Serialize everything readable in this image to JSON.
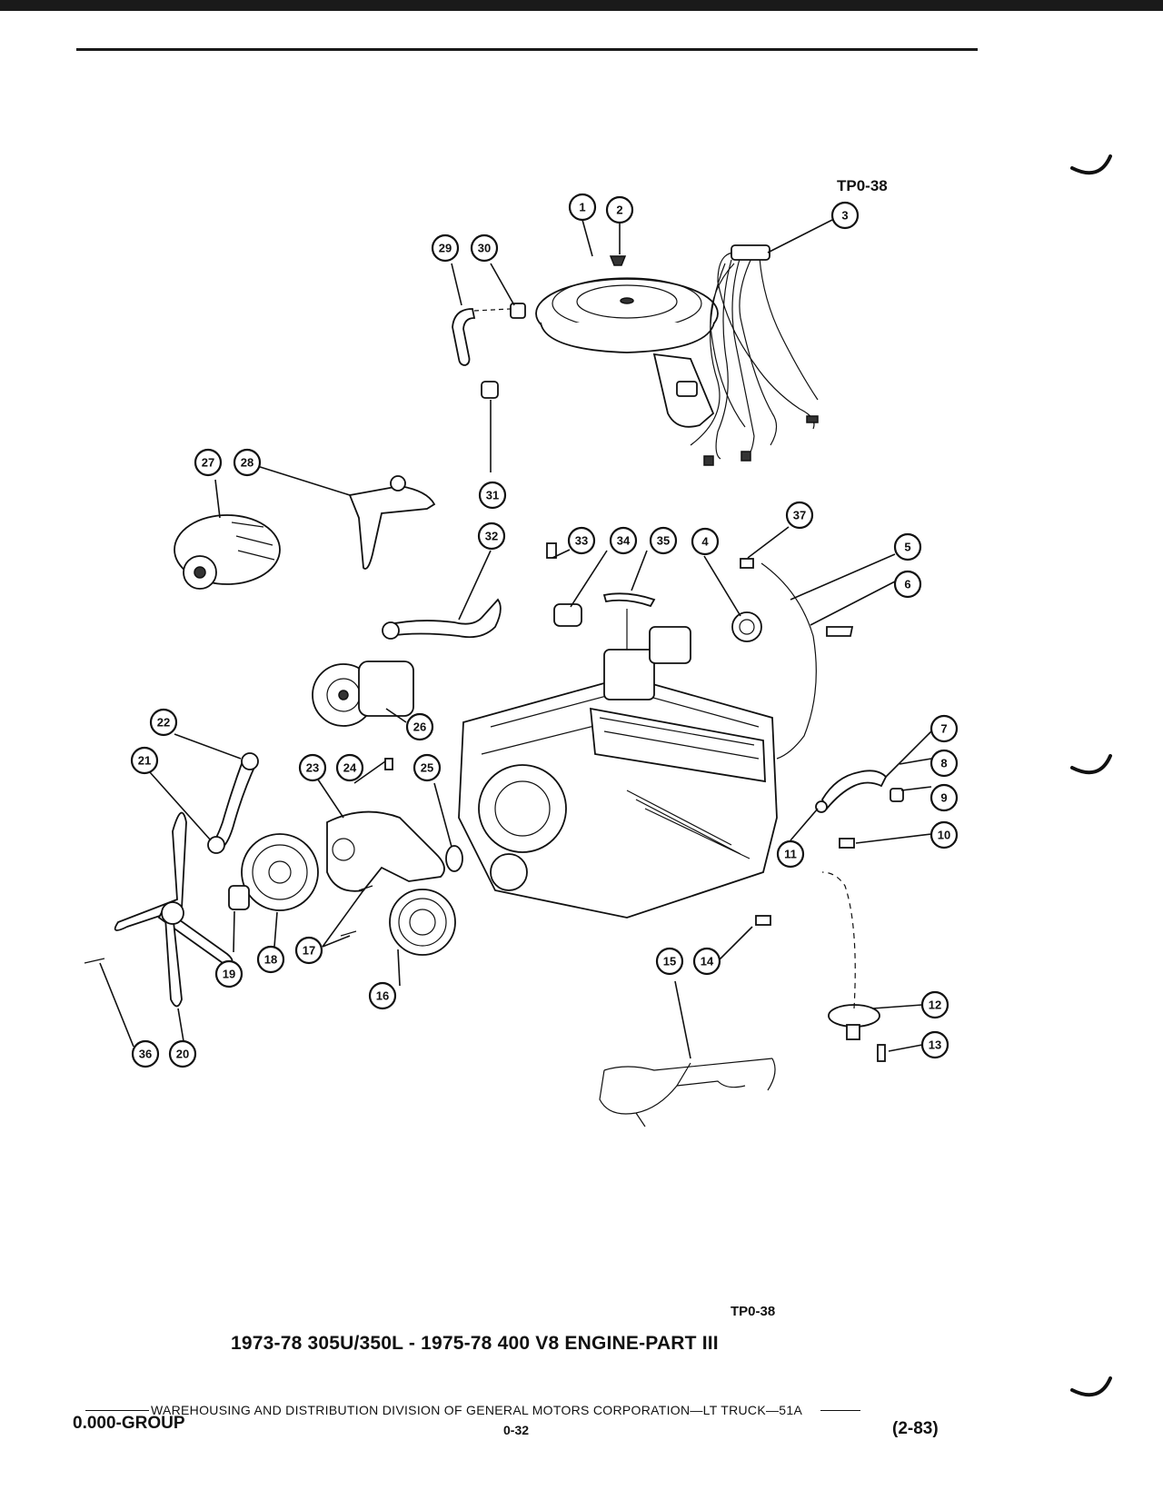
{
  "document": {
    "ref_code_top": "TP0-38",
    "ref_code_bottom": "TP0-38",
    "title": "1973-78 305U/350L - 1975-78 400 V8 ENGINE-PART III",
    "footer": {
      "publisher_line": "WAREHOUSING AND DISTRIBUTION  DIVISION OF GENERAL MOTORS CORPORATION—LT TRUCK—51A",
      "group": "0.000-GROUP",
      "page_number": "0-32",
      "revision": "(2-83)"
    }
  },
  "callouts": [
    {
      "num": "1"
    },
    {
      "num": "2"
    },
    {
      "num": "3"
    },
    {
      "num": "4"
    },
    {
      "num": "5"
    },
    {
      "num": "6"
    },
    {
      "num": "7"
    },
    {
      "num": "8"
    },
    {
      "num": "9"
    },
    {
      "num": "10"
    },
    {
      "num": "11"
    },
    {
      "num": "12"
    },
    {
      "num": "13"
    },
    {
      "num": "14"
    },
    {
      "num": "15"
    },
    {
      "num": "16"
    },
    {
      "num": "17"
    },
    {
      "num": "18"
    },
    {
      "num": "19"
    },
    {
      "num": "20"
    },
    {
      "num": "21"
    },
    {
      "num": "22"
    },
    {
      "num": "23"
    },
    {
      "num": "24"
    },
    {
      "num": "25"
    },
    {
      "num": "26"
    },
    {
      "num": "27"
    },
    {
      "num": "28"
    },
    {
      "num": "29"
    },
    {
      "num": "30"
    },
    {
      "num": "31"
    },
    {
      "num": "32"
    },
    {
      "num": "33"
    },
    {
      "num": "34"
    },
    {
      "num": "35"
    },
    {
      "num": "36"
    },
    {
      "num": "37"
    }
  ]
}
